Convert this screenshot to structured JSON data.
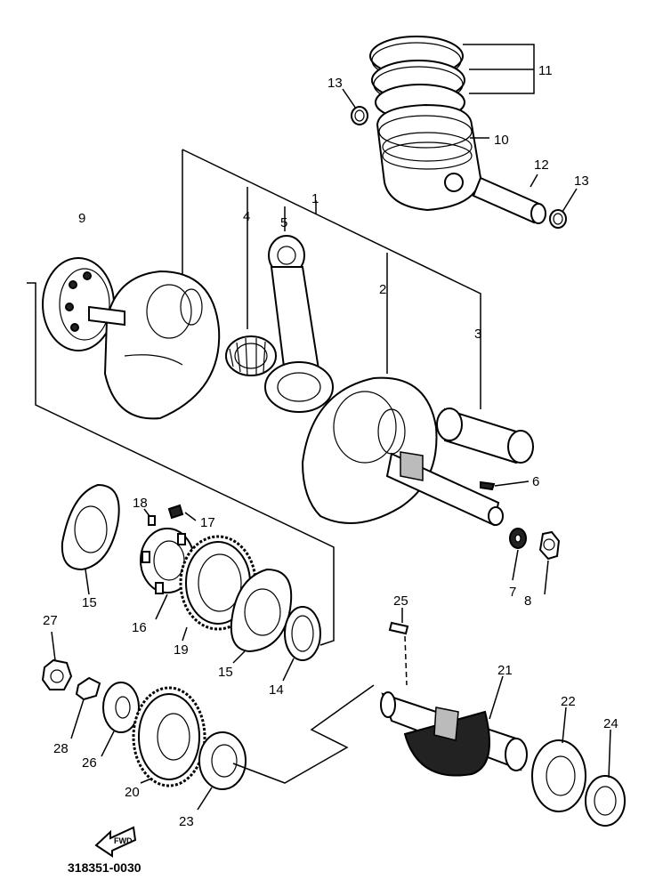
{
  "diagram": {
    "part_code": "318351-0030",
    "forward_label": "FWD",
    "callouts": [
      {
        "id": "c1",
        "label": "1"
      },
      {
        "id": "c2",
        "label": "2"
      },
      {
        "id": "c3",
        "label": "3"
      },
      {
        "id": "c4",
        "label": "4"
      },
      {
        "id": "c5",
        "label": "5"
      },
      {
        "id": "c6",
        "label": "6"
      },
      {
        "id": "c7",
        "label": "7"
      },
      {
        "id": "c8",
        "label": "8"
      },
      {
        "id": "c9",
        "label": "9"
      },
      {
        "id": "c10",
        "label": "10"
      },
      {
        "id": "c11",
        "label": "11"
      },
      {
        "id": "c12",
        "label": "12"
      },
      {
        "id": "c13a",
        "label": "13"
      },
      {
        "id": "c13b",
        "label": "13"
      },
      {
        "id": "c14",
        "label": "14"
      },
      {
        "id": "c15a",
        "label": "15"
      },
      {
        "id": "c15b",
        "label": "15"
      },
      {
        "id": "c16",
        "label": "16"
      },
      {
        "id": "c17",
        "label": "17"
      },
      {
        "id": "c18",
        "label": "18"
      },
      {
        "id": "c19",
        "label": "19"
      },
      {
        "id": "c20",
        "label": "20"
      },
      {
        "id": "c21",
        "label": "21"
      },
      {
        "id": "c22",
        "label": "22"
      },
      {
        "id": "c23",
        "label": "23"
      },
      {
        "id": "c24",
        "label": "24"
      },
      {
        "id": "c25",
        "label": "25"
      },
      {
        "id": "c26",
        "label": "26"
      },
      {
        "id": "c27",
        "label": "27"
      },
      {
        "id": "c28",
        "label": "28"
      }
    ]
  }
}
